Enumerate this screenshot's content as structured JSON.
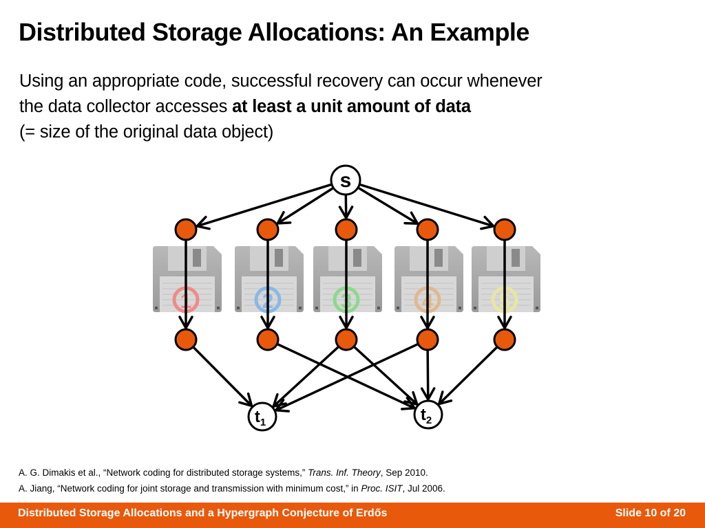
{
  "slide": {
    "title": "Distributed Storage Allocations: An Example",
    "body_line1": "Using an appropriate code, successful recovery can occur whenever",
    "body_line2_prefix": "the data collector accesses ",
    "body_line2_bold": "at least a unit amount of data",
    "body_line3": "(= size of the original data object)"
  },
  "diagram": {
    "source_label": "s",
    "sink1": {
      "base": "t",
      "sub": "1"
    },
    "sink2": {
      "base": "t",
      "sub": "2"
    },
    "disks": [
      {
        "label": "1",
        "ring_color": "#f08a8a"
      },
      {
        "label": "2",
        "ring_color": "#8ab8e6"
      },
      {
        "label": "3",
        "ring_color": "#8ed88e"
      },
      {
        "label": "4",
        "ring_color": "#e0b890"
      },
      {
        "label": "5",
        "ring_color": "#e8e6a0"
      }
    ],
    "node_fill": "#e8590c",
    "edges_to_t1": [
      "1",
      "3",
      "4"
    ],
    "edges_to_t2": [
      "2",
      "3",
      "4",
      "5"
    ]
  },
  "references": {
    "ref1_prefix": "A. G. Dimakis et al., “Network coding for distributed storage systems,” ",
    "ref1_italic": "Trans. Inf. Theory",
    "ref1_suffix": ", Sep 2010.",
    "ref2_prefix": "A. Jiang, “Network coding for joint storage and transmission with minimum cost,” in ",
    "ref2_italic": "Proc. ISIT",
    "ref2_suffix": ", Jul 2006."
  },
  "footer": {
    "left": "Distributed Storage Allocations and a Hypergraph Conjecture of Erdős",
    "right": "Slide 10 of 20",
    "color": "#e8590c"
  }
}
